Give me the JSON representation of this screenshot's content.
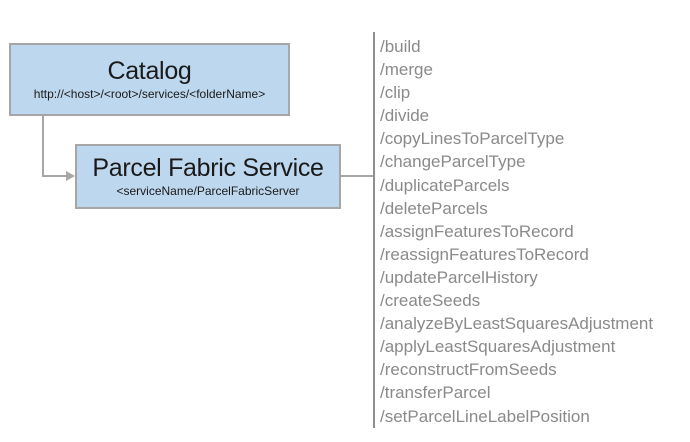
{
  "diagram": {
    "catalog": {
      "title": "Catalog",
      "subtitle": "http://<host>/<root>/services/<folderName>"
    },
    "service": {
      "title": "Parcel Fabric Service",
      "subtitle": "<serviceName/ParcelFabricServer"
    },
    "endpoints": [
      "/build",
      "/merge",
      "/clip",
      "/divide",
      "/copyLinesToParcelType",
      "/changeParcelType",
      "/duplicateParcels",
      "/deleteParcels",
      "/assignFeaturesToRecord",
      "/reassignFeaturesToRecord",
      "/updateParcelHistory",
      "/createSeeds",
      "/analyzeByLeastSquaresAdjustment",
      "/applyLeastSquaresAdjustment",
      "/reconstructFromSeeds",
      "/transferParcel",
      "/setParcelLineLabelPosition"
    ],
    "colors": {
      "box_fill": "#bdd7ee",
      "box_border": "#a6a6a6",
      "connector": "#a6a6a6",
      "divider": "#8f8f8f",
      "endpoint_text": "#8a8a8a",
      "title_text": "#1a1a1a"
    }
  }
}
